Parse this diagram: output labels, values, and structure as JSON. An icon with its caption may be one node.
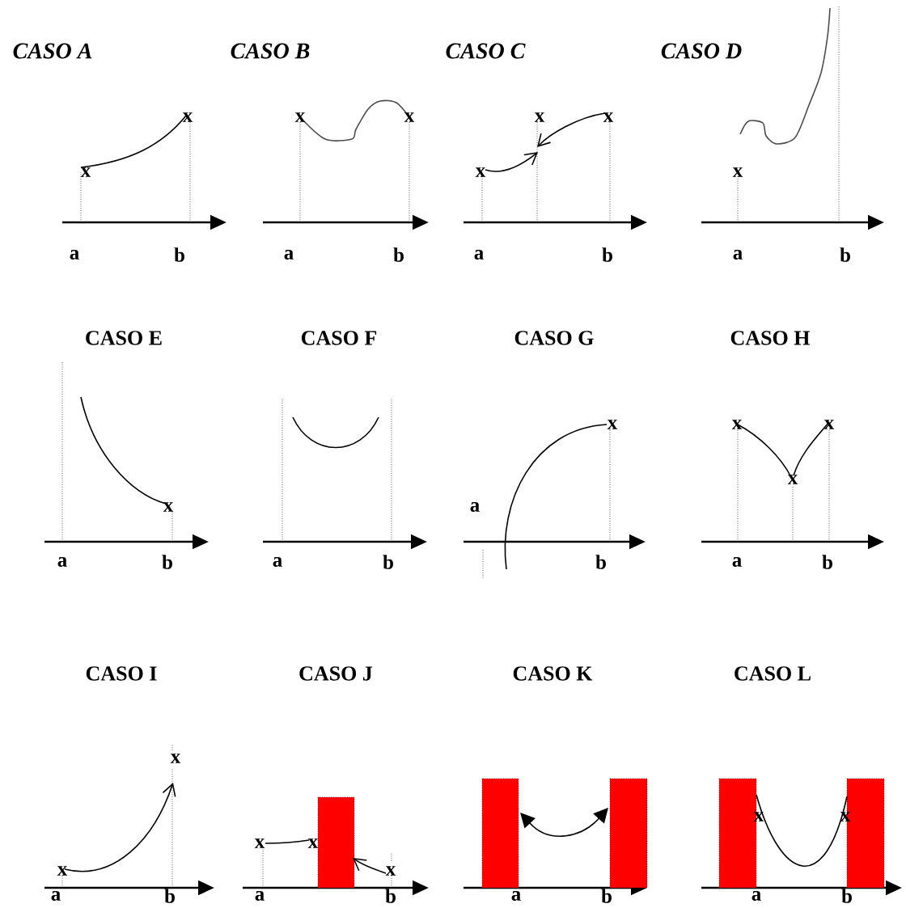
{
  "diagram": {
    "labels": [
      "CASO A",
      "CASO B",
      "CASO C",
      "CASO D",
      "x",
      "x",
      "a",
      "b",
      "x",
      "x",
      "a",
      "b",
      "x",
      "x",
      "x",
      "a",
      "b",
      "x",
      "a",
      "b",
      "CASO E",
      "CASO F",
      "CASO G",
      "CASO H",
      "x",
      "a",
      "b",
      "a",
      "b",
      "x",
      "a",
      "b",
      "x",
      "x",
      "x",
      "a",
      "b",
      "CASO I",
      "CASO J",
      "CASO K",
      "CASO L",
      "x",
      "x",
      "a",
      "b",
      "x",
      "x",
      "x",
      "a",
      "b",
      "a",
      "b",
      "x",
      "x",
      "a",
      "b"
    ]
  }
}
